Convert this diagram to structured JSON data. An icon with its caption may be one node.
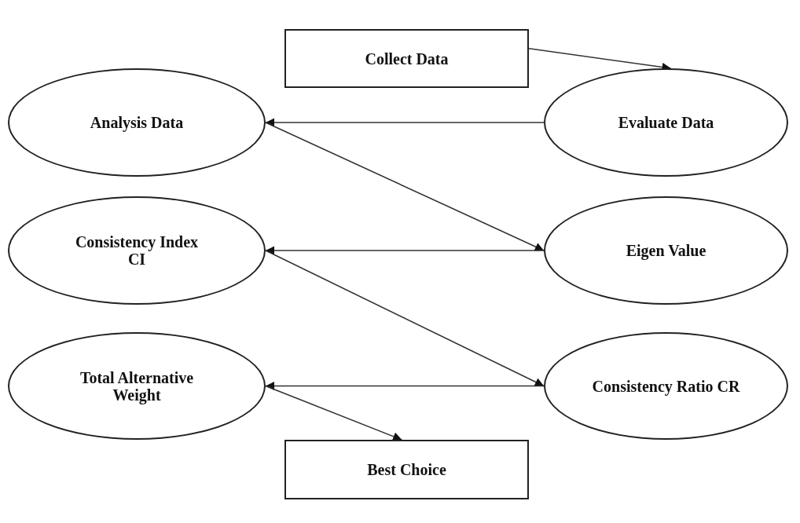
{
  "diagram": {
    "nodes": [
      {
        "text": [
          "Collect Data"
        ]
      },
      {
        "text": [
          "Analysis Data"
        ]
      },
      {
        "text": [
          "Evaluate Data"
        ]
      },
      {
        "text": [
          "Consistency Index CI"
        ]
      },
      {
        "text": [
          "Eigen Value"
        ]
      },
      {
        "text": [
          "Total Alternative Weight"
        ]
      },
      {
        "text": [
          "Consistency Ratio CR"
        ]
      },
      {
        "text": [
          "Best Choice"
        ]
      }
    ],
    "edges": [
      {
        "from": 0,
        "to": 2,
        "arrow": "to"
      },
      {
        "from": 2,
        "to": 1,
        "arrow": "to"
      },
      {
        "from": 1,
        "to": 4,
        "arrow": "to"
      },
      {
        "from": 4,
        "to": 3,
        "arrow": "to"
      },
      {
        "from": 3,
        "to": 6,
        "arrow": "to"
      },
      {
        "from": 6,
        "to": 5,
        "arrow": "to"
      },
      {
        "from": 5,
        "to": 7,
        "arrow": "to"
      }
    ]
  }
}
